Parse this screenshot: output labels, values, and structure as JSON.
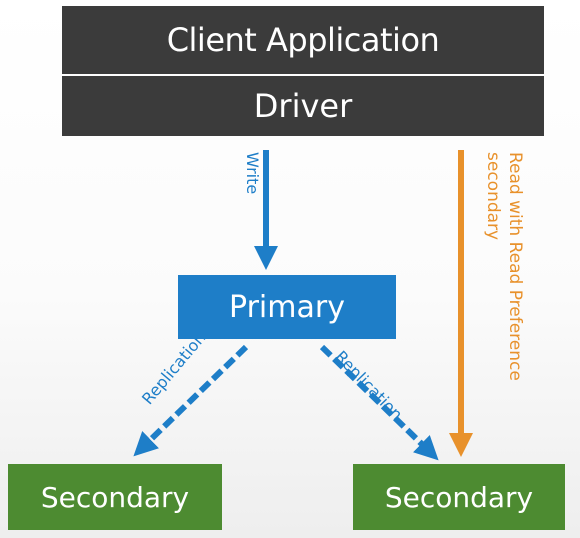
{
  "nodes": {
    "client_application": "Client Application",
    "driver": "Driver",
    "primary": "Primary",
    "secondary_left": "Secondary",
    "secondary_right": "Secondary"
  },
  "edges": {
    "write": "Write",
    "replication_left": "Replication",
    "replication_right": "Replication",
    "read_line1": "Read with Read Preference",
    "read_line2": "secondary"
  },
  "colors": {
    "client_driver_fill": "#3b3b3b",
    "primary_fill": "#1e7ec8",
    "secondary_fill": "#4d8b31",
    "write_arrow": "#1e7ec8",
    "replication_arrow": "#1e7ec8",
    "read_arrow": "#e8912b"
  }
}
